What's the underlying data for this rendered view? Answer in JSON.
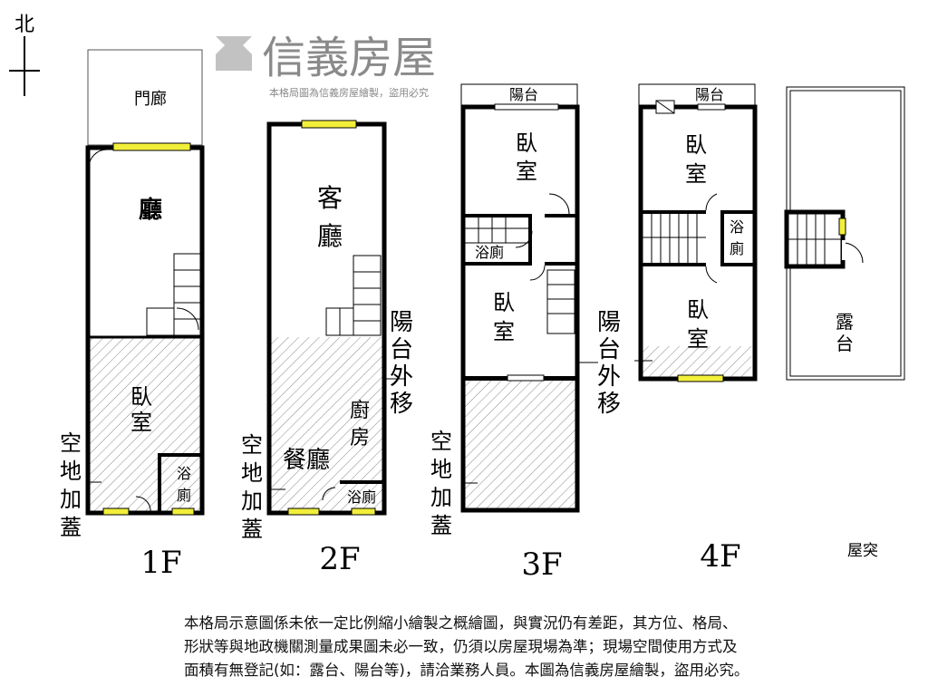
{
  "compass": {
    "north_label": "北"
  },
  "floors": {
    "f1": {
      "name": "1F",
      "porch": "門廊",
      "hall": "廳",
      "bedroom": [
        "臥",
        "室"
      ],
      "bath": [
        "浴",
        "廁"
      ],
      "addition": [
        "空",
        "地",
        "加",
        "蓋"
      ]
    },
    "f2": {
      "name": "2F",
      "living": [
        "客",
        "廳"
      ],
      "kitchen": [
        "廚",
        "房"
      ],
      "dining": "餐廳",
      "bath": "浴廁",
      "balcony_moved": [
        "陽",
        "台",
        "外",
        "移"
      ],
      "addition": [
        "空",
        "地",
        "加",
        "蓋"
      ]
    },
    "f3": {
      "name": "3F",
      "balcony": "陽台",
      "bedroom1": [
        "臥",
        "室"
      ],
      "bath": "浴廁",
      "bedroom2": [
        "臥",
        "室"
      ],
      "balcony_moved": [
        "陽",
        "台",
        "外",
        "移"
      ],
      "addition": [
        "空",
        "地",
        "加",
        "蓋"
      ]
    },
    "f4": {
      "name": "4F",
      "balcony": "陽台",
      "bedroom1": [
        "臥",
        "室"
      ],
      "bath": [
        "浴",
        "廁"
      ],
      "bedroom2": [
        "臥",
        "室"
      ]
    },
    "roof": {
      "name": "屋突",
      "terrace": [
        "露",
        "台"
      ]
    }
  },
  "watermark": {
    "brand": "信義房屋",
    "small": "本格局圖為信義房屋繪製，盜用必究"
  },
  "disclaimer": [
    "本格局示意圖係未依一定比例縮小繪製之概繪圖，與實況仍有差距，其方位、格局、",
    "形狀等與地政機關測量成果圖未必一致，仍須以房屋現場為準；現場空間使用方式及",
    "面積有無登記(如：露台、陽台等)，請洽業務人員。本圖為信義房屋繪製，盜用必究。"
  ],
  "colors": {
    "wall": "#000000",
    "window": "#f2ef3a",
    "hatch": "#777777",
    "watermark": "#8a8a8a"
  }
}
